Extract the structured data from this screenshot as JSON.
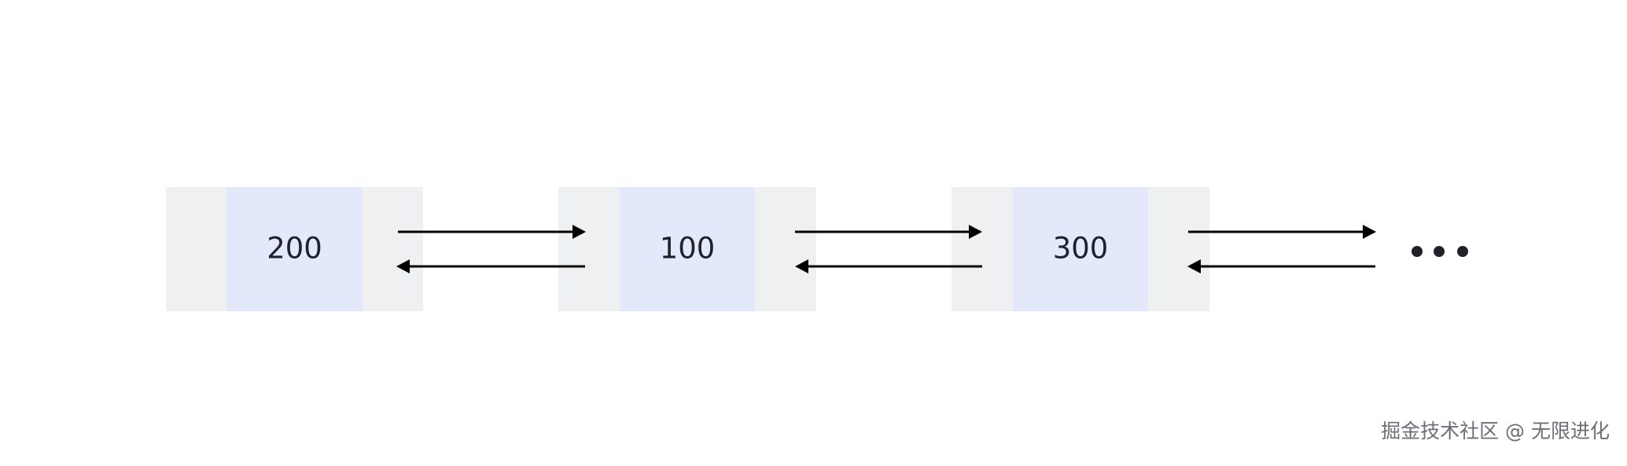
{
  "diagram": {
    "type": "doubly-linked-list",
    "nodes": [
      {
        "value": "200"
      },
      {
        "value": "100"
      },
      {
        "value": "300"
      }
    ],
    "continuation": "..."
  },
  "colors": {
    "pointer_cell": "#eff0f1",
    "value_cell": "#e3e9fb",
    "arrow": "#000000",
    "text": "#1f2329"
  },
  "watermark": "掘金技术社区 @ 无限进化"
}
